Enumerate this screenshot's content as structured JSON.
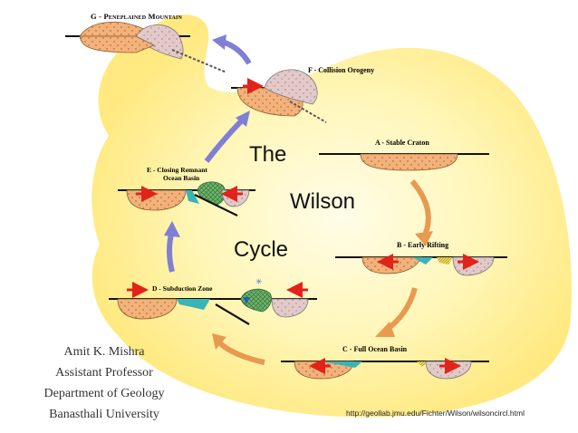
{
  "title": {
    "line1": "The",
    "line2": "Wilson",
    "line3": "Cycle"
  },
  "stages": {
    "a": "A - Stable Craton",
    "b": "B - Early Rifting",
    "c": "C - Full Ocean Basin",
    "d": "D - Subduction Zone",
    "e1": "E - Closing Remnant",
    "e2": "Ocean Basin",
    "f": "F - Collision Orogeny",
    "g": "G - Peneplained Mountain"
  },
  "author": {
    "name": "Amit K. Mishra",
    "position": "Assistant Professor",
    "department": "Department of Geology",
    "university": "Banasthali University"
  },
  "source_url": "http://geollab.jmu.edu/Fichter/Wilson/wilsoncircl.html",
  "colors": {
    "background_glow": "#fff3a8",
    "continent_fill": "#f2b27a",
    "crust_fill": "#e3c9c9",
    "ocean_fill": "#39b5b5",
    "arrow_orange": "#e89a50",
    "arrow_purple": "#7f7fd6",
    "motion_arrow": "#e2231a"
  }
}
